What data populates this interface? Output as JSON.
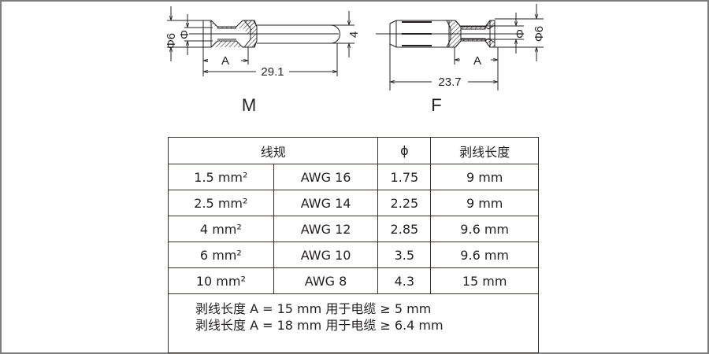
{
  "drawings": {
    "male": {
      "label": "M",
      "dimensions": {
        "outer_diameter": "Φ6",
        "inner_diameter": "Φ",
        "pin_diameter": "4",
        "strip_length": "A",
        "total_length": "29.1"
      }
    },
    "female": {
      "label": "F",
      "dimensions": {
        "outer_diameter": "Φ6",
        "inner_diameter": "Φ",
        "strip_length": "A",
        "total_length": "23.7"
      }
    }
  },
  "table": {
    "headers": {
      "wire_gauge": "线规",
      "diameter": "ϕ",
      "strip_length": "剥线长度"
    },
    "rows": [
      {
        "mm2": "1.5 mm²",
        "awg": "AWG 16",
        "phi": "1.75",
        "strip": "9 mm"
      },
      {
        "mm2": "2.5 mm²",
        "awg": "AWG 14",
        "phi": "2.25",
        "strip": "9 mm"
      },
      {
        "mm2": "4 mm²",
        "awg": "AWG 12",
        "phi": "2.85",
        "strip": "9.6 mm"
      },
      {
        "mm2": "6 mm²",
        "awg": "AWG 10",
        "phi": "3.5",
        "strip": "9.6 mm"
      },
      {
        "mm2": "10 mm²",
        "awg": "AWG 8",
        "phi": "4.3",
        "strip": "15 mm"
      }
    ],
    "notes": [
      "剥线长度 A = 15 mm 用于电缆 ≥ 5 mm",
      "剥线长度 A = 18 mm 用于电缆 ≥ 6.4 mm"
    ]
  }
}
